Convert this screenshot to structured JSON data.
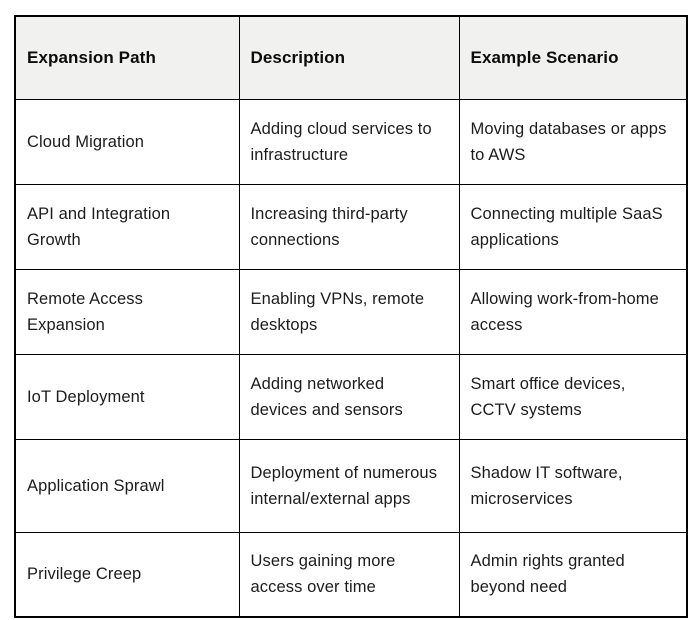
{
  "table": {
    "columns": [
      {
        "label": "Expansion Path"
      },
      {
        "label": "Description"
      },
      {
        "label": "Example Scenario"
      }
    ],
    "rows": [
      {
        "path": "Cloud Migration",
        "description": "Adding cloud services to infrastructure",
        "example": "Moving databases or apps to AWS"
      },
      {
        "path": "API and Integration Growth",
        "description": "Increasing third-party connections",
        "example": "Connecting multiple SaaS applications"
      },
      {
        "path": "Remote Access Expansion",
        "description": "Enabling VPNs, remote desktops",
        "example": "Allowing work-from-home access"
      },
      {
        "path": "IoT Deployment",
        "description": "Adding networked devices and sensors",
        "example": "Smart office devices, CCTV systems"
      },
      {
        "path": "Application Sprawl",
        "description": "Deployment of numerous internal/external apps",
        "example": "Shadow IT software, microservices"
      },
      {
        "path": "Privilege Creep",
        "description": "Users gaining more access over time",
        "example": "Admin rights granted beyond need"
      }
    ],
    "colors": {
      "header_bg": "#f1f1ef",
      "border": "#000000",
      "body_text": "#1c1c1c",
      "header_text": "#0c0c0c",
      "page_bg": "#ffffff"
    }
  }
}
